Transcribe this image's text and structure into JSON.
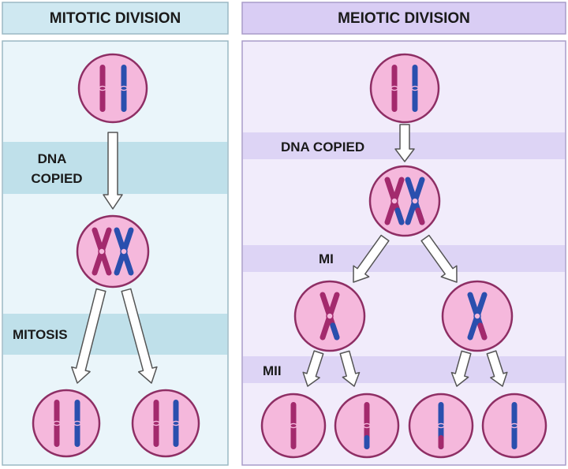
{
  "mitotic": {
    "title": "MITOTIC DIVISION",
    "step_dna": [
      "DNA",
      "COPIED"
    ],
    "step_division": "MITOSIS"
  },
  "meiotic": {
    "title": "MEIOTIC DIVISION",
    "step_dna": "DNA COPIED",
    "step_mi": "MI",
    "step_mii": "MII"
  },
  "colors": {
    "mitotic_header_bg": "#cfe8f1",
    "mitotic_panel_bg": "#eaf5fa",
    "mitotic_band": "#bfe0ea",
    "meiotic_header_bg": "#d9cdf4",
    "meiotic_panel_bg": "#f1ecfb",
    "meiotic_band": "#ddd4f5",
    "cell_fill": "#f5b8dc",
    "cell_stroke": "#8e2e64",
    "maternal_chromosome": "#a32a6d",
    "paternal_chromosome": "#2a4fae",
    "arrow_stroke": "#555555"
  }
}
